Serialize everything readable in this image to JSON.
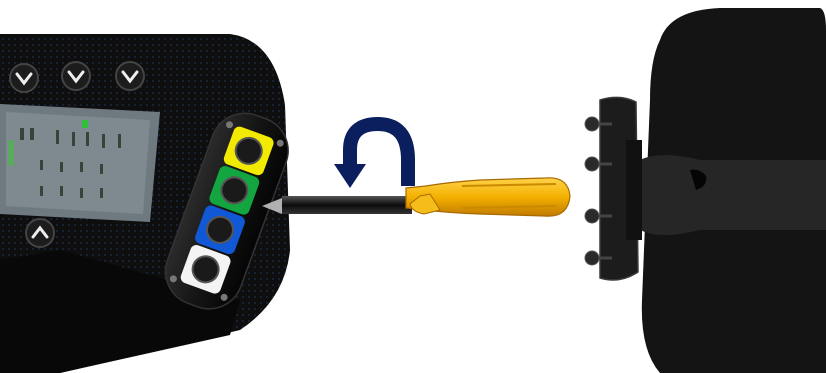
{
  "scene": {
    "subject": "meter-terminal-cover-removal",
    "colors": {
      "background": "#ffffff",
      "meter_body": "#111111",
      "screen": "#6f7a80",
      "arrow": "#0b1f5e",
      "screwdriver_handle": "#f3b000",
      "terminal_colors": [
        "#f2ea00",
        "#13a640",
        "#1158d6",
        "#ffffff"
      ]
    },
    "buttons": [
      {
        "symbol": "v"
      },
      {
        "symbol": "v"
      },
      {
        "symbol": "v"
      },
      {
        "symbol": "^"
      }
    ],
    "icons": [
      "rotate-counterclockwise-arrow-icon",
      "screwdriver-icon"
    ]
  }
}
